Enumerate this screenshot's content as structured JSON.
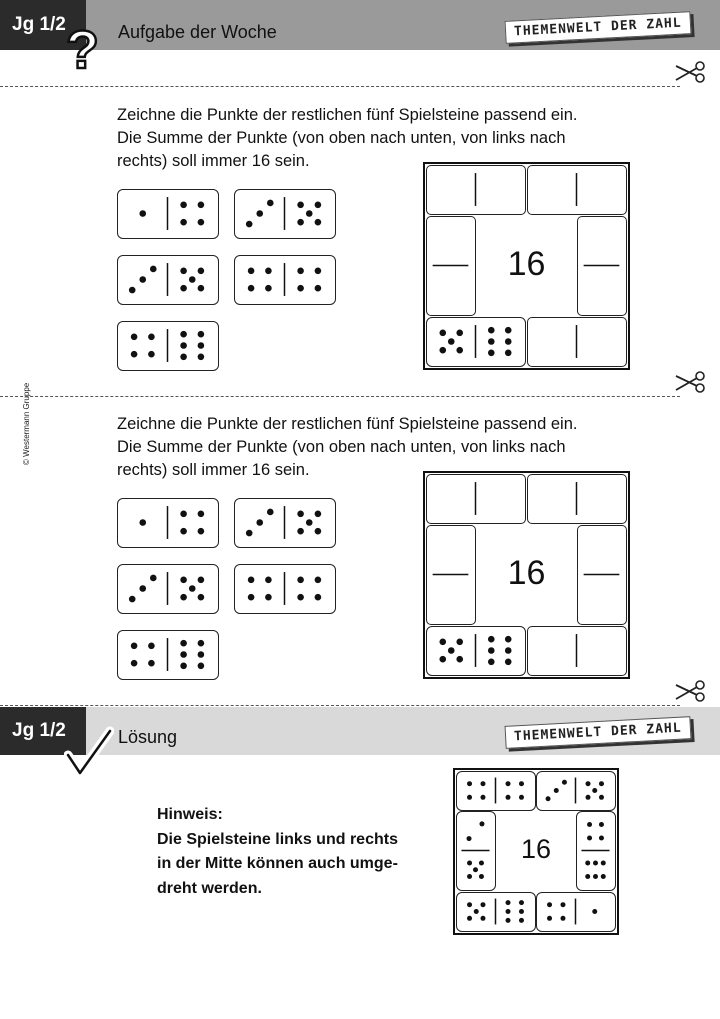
{
  "header": {
    "grade": "Jg 1/2",
    "title": "Aufgabe der Woche",
    "theme": "THEMENWELT DER ZAHL"
  },
  "task": {
    "text_line1": "Zeichne die Punkte der restlichen fünf Spielsteine passend ein.",
    "text_line2": "Die Summe der Punkte (von oben nach unten, von links nach",
    "text_line3": "rechts) soll immer 16 sein.",
    "center_number": "16"
  },
  "solution_header": {
    "grade": "Jg 1/2",
    "title": "Lösung",
    "theme": "THEMENWELT DER ZAHL"
  },
  "solution": {
    "hint_title": "Hinweis:",
    "hint_line1": "Die Spielsteine links und rechts",
    "hint_line2": "in der Mitte können auch umge-",
    "hint_line3": "dreht werden.",
    "center_number": "16"
  },
  "copyright": "© Westermann Gruppe",
  "pieces": [
    [
      1,
      4
    ],
    [
      3,
      5
    ],
    [
      3,
      5
    ],
    [
      4,
      4
    ],
    [
      4,
      6
    ]
  ],
  "solution_pieces": {
    "top_left": [
      4,
      4
    ],
    "top_right": [
      3,
      5
    ],
    "middle_left": [
      2,
      5
    ],
    "middle_right": [
      4,
      6
    ],
    "bottom_left": [
      5,
      6
    ],
    "bottom_right": [
      4,
      1
    ]
  },
  "colors": {
    "dark": "#2b2b2b",
    "header_gray": "#9a9a9a",
    "solution_gray": "#d9d9d9"
  }
}
